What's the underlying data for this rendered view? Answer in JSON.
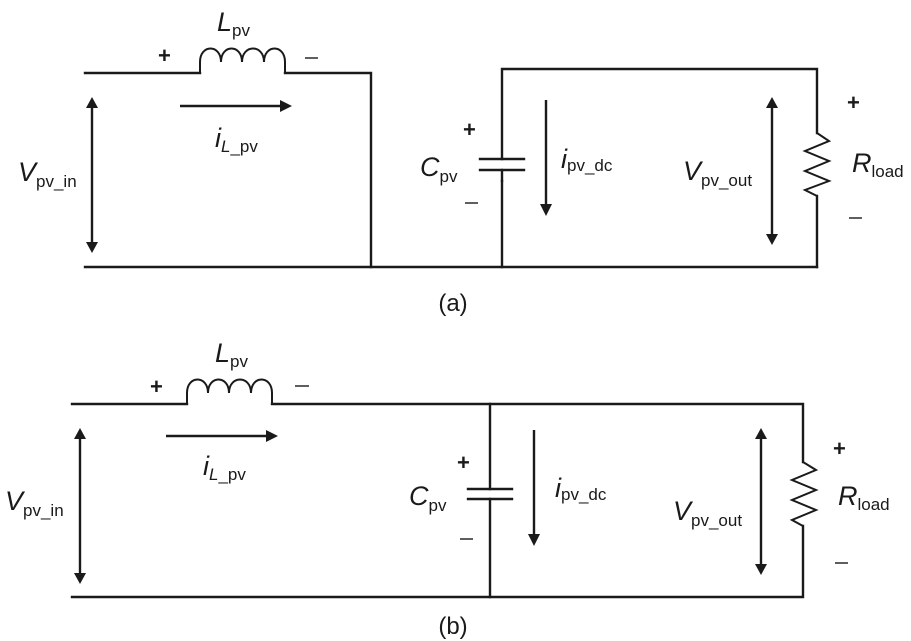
{
  "figure": {
    "circuits": [
      {
        "id": "a",
        "caption": "(a)",
        "inductor": {
          "symbol": "L",
          "subscript": "pv",
          "plus": "+",
          "minus": "−"
        },
        "inductor_current": {
          "symbol": "i",
          "subscript_italic": "L",
          "subscript": "_pv"
        },
        "input_voltage": {
          "symbol": "V",
          "subscript": "pv_in"
        },
        "capacitor": {
          "symbol": "C",
          "subscript": "pv",
          "plus": "+",
          "minus": "−"
        },
        "capacitor_current": {
          "symbol": "i",
          "subscript": "pv_dc"
        },
        "output_voltage": {
          "symbol": "V",
          "subscript": "pv_out"
        },
        "load": {
          "symbol": "R",
          "subscript": "load",
          "plus": "+",
          "minus": "−"
        }
      },
      {
        "id": "b",
        "caption": "(b)",
        "inductor": {
          "symbol": "L",
          "subscript": "pv",
          "plus": "+",
          "minus": "−"
        },
        "inductor_current": {
          "symbol": "i",
          "subscript_italic": "L",
          "subscript": "_pv"
        },
        "input_voltage": {
          "symbol": "V",
          "subscript": "pv_in"
        },
        "capacitor": {
          "symbol": "C",
          "subscript": "pv",
          "plus": "+",
          "minus": "−"
        },
        "capacitor_current": {
          "symbol": "i",
          "subscript": "pv_dc"
        },
        "output_voltage": {
          "symbol": "V",
          "subscript": "pv_out"
        },
        "load": {
          "symbol": "R",
          "subscript": "load",
          "plus": "+",
          "minus": "−"
        }
      }
    ],
    "colors": {
      "ink": "#1a1a1a",
      "background": "#ffffff"
    }
  }
}
